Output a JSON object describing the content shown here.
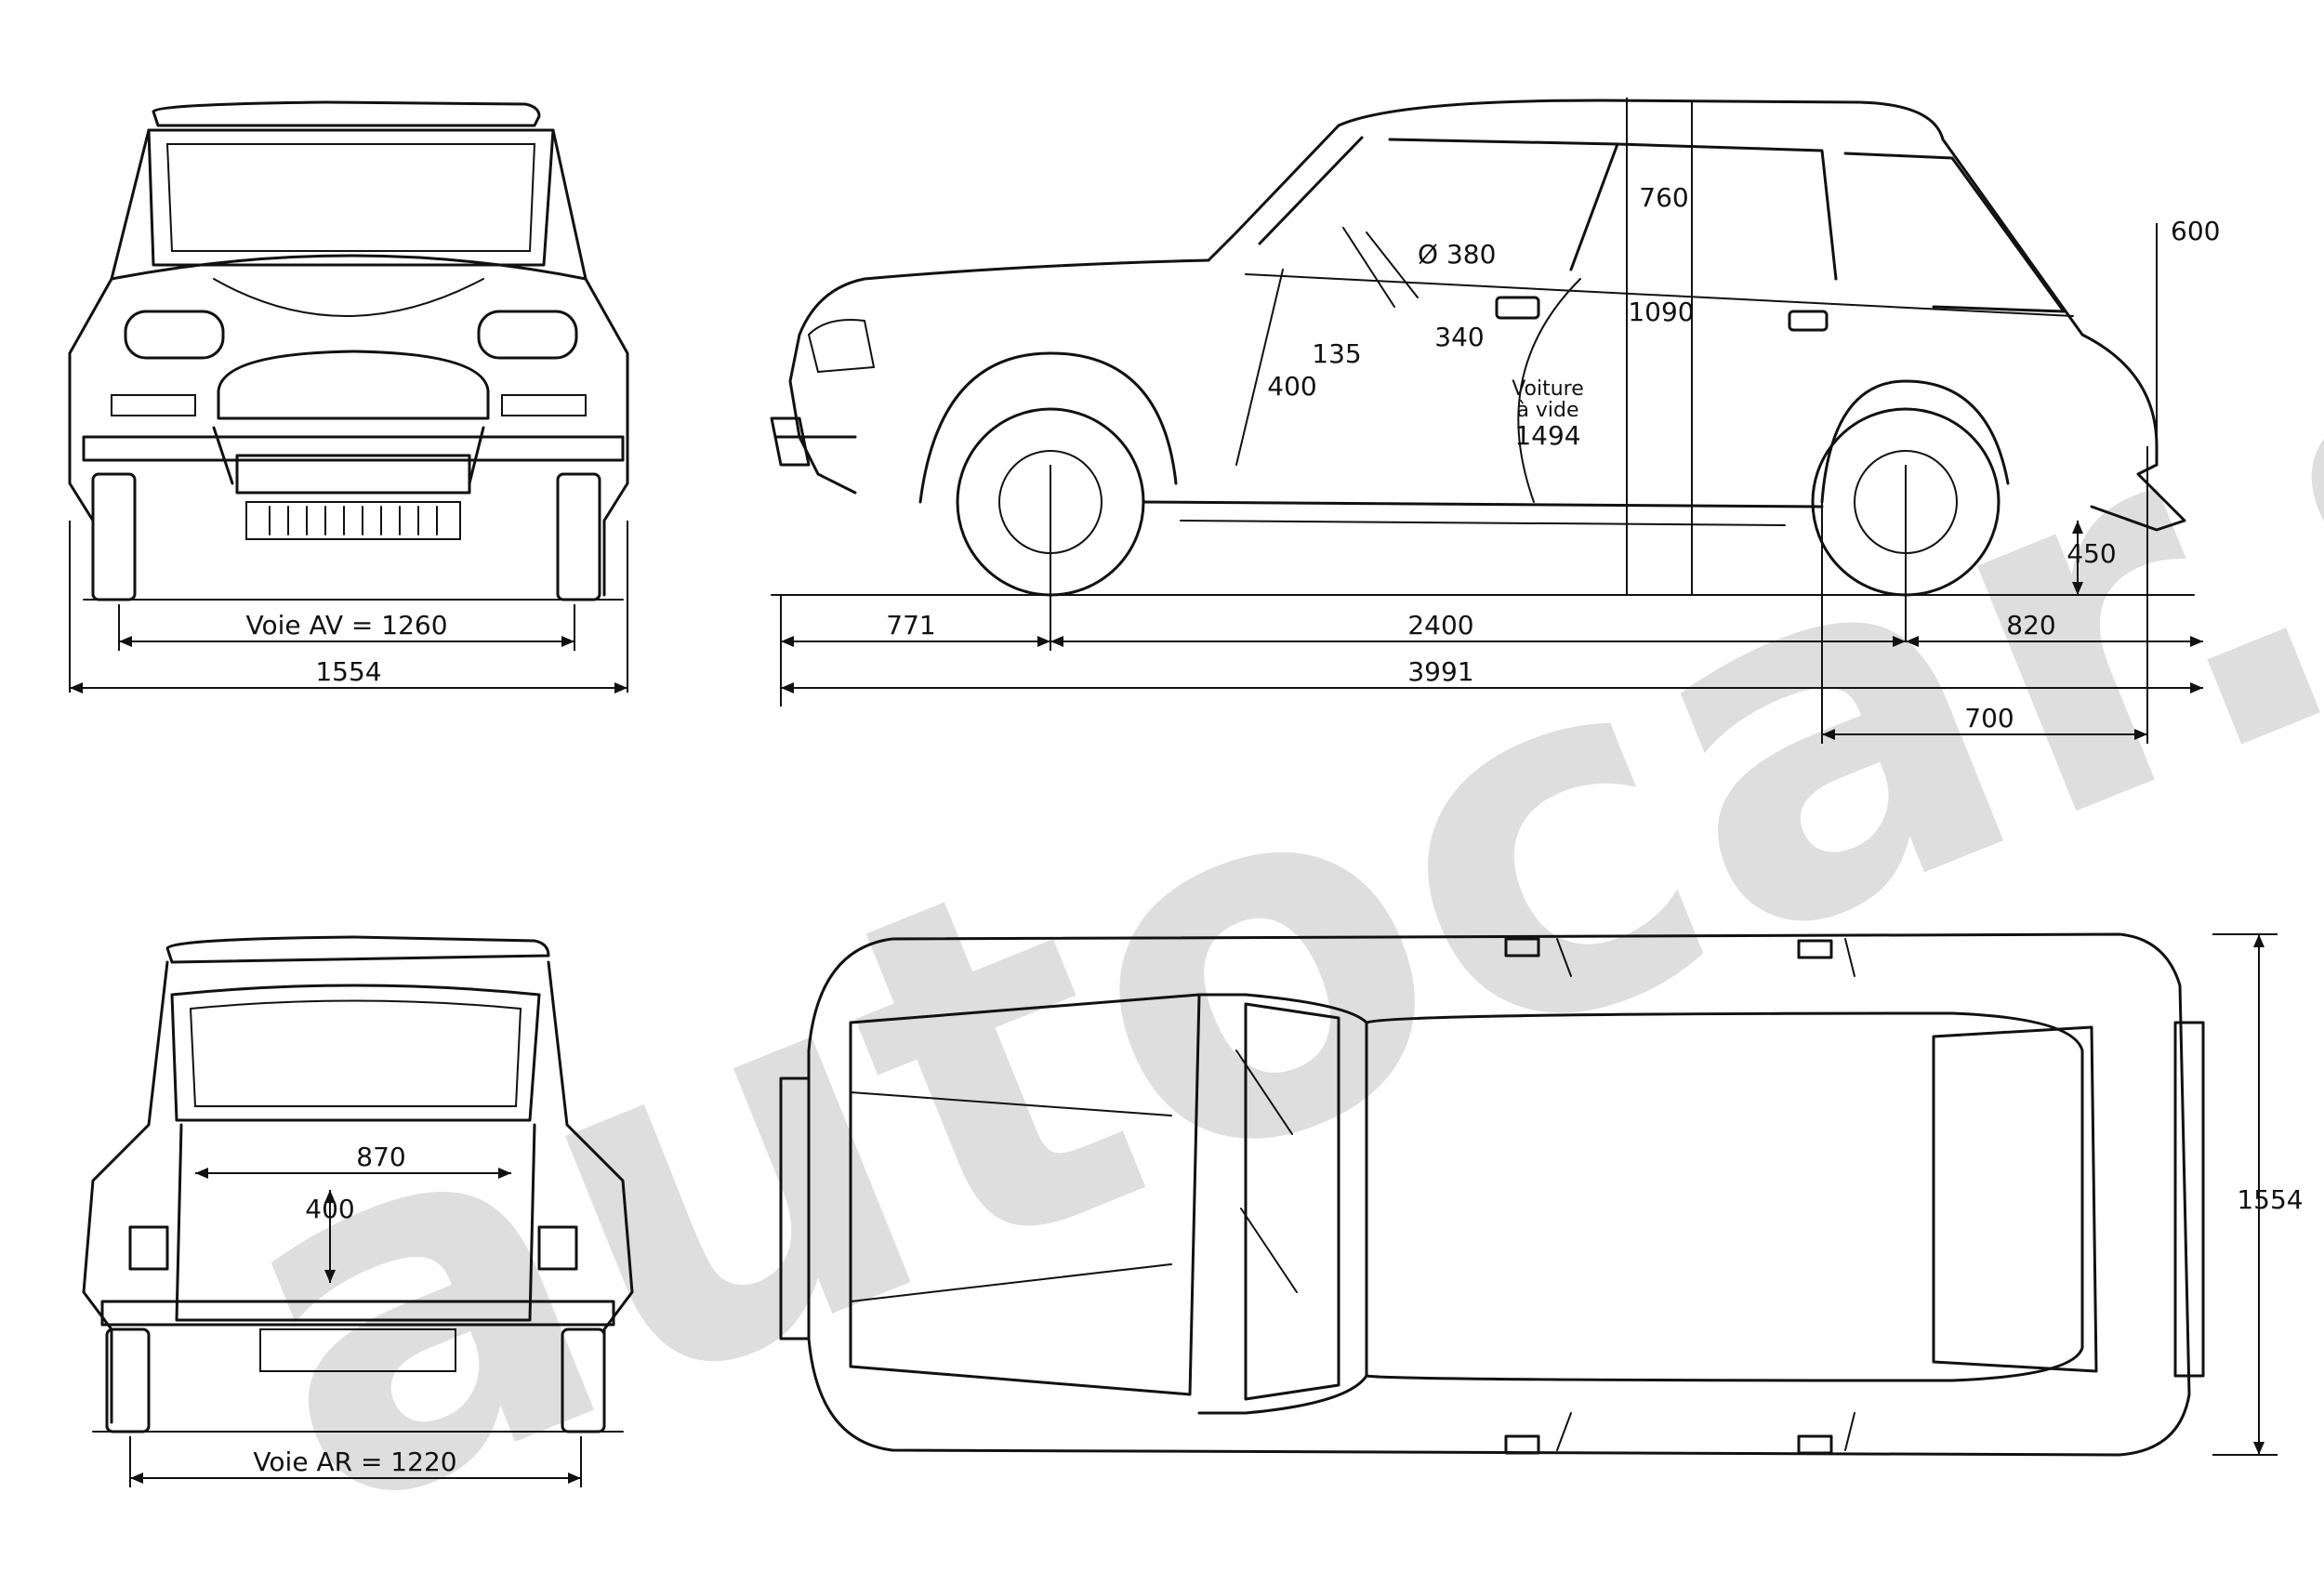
{
  "watermark": "autocar.su",
  "front_view": {
    "track_label": "Voie AV = 1260",
    "width_label": "1554"
  },
  "rear_view": {
    "track_label": "Voie AR = 1220",
    "width_dim": "870",
    "height_dim": "400"
  },
  "side_view": {
    "front_overhang": "771",
    "wheelbase": "2400",
    "rear_overhang": "820",
    "length": "3991",
    "rear_dim": "700",
    "height": "1494",
    "interior_height": "1090",
    "roof_dim": "760",
    "rear_top": "600",
    "ground_clearance": "450",
    "steering_diameter": "Ø 380",
    "dim_340": "340",
    "dim_135": "135",
    "dim_400": "400",
    "note_line1": "Voiture",
    "note_line2": "à vide"
  },
  "top_view": {
    "width_label": "1554"
  }
}
